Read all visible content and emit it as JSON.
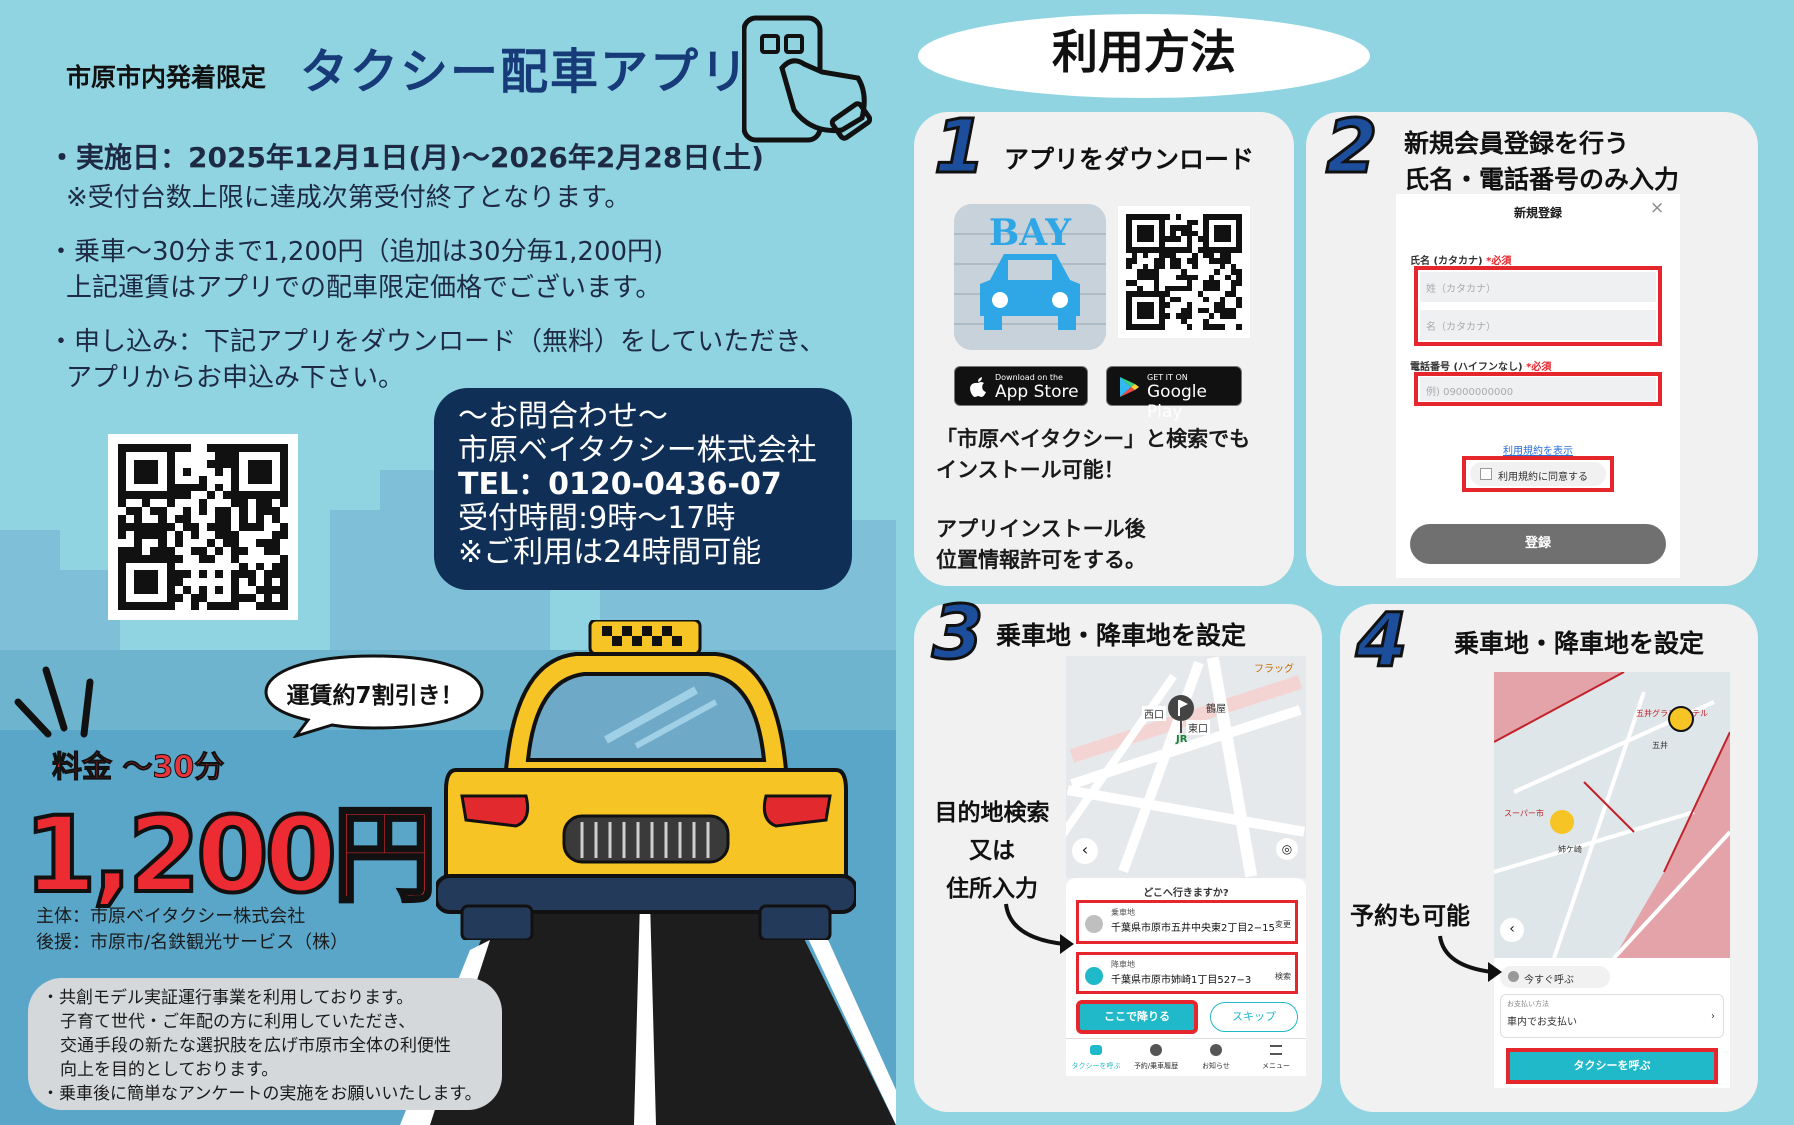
{
  "left": {
    "subtitle_small": "市原市内発着限定",
    "main_title": "タクシー配車アプリ",
    "bullet1_line1": "・実施日：2025年12月1日(月)〜2026年2月28日(土)",
    "bullet1_line2": "※受付台数上限に達成次第受付終了となります。",
    "bullet2_line1": "・乗車〜30分まで1,200円（追加は30分毎1,200円)",
    "bullet2_line2": "上記運賃はアプリでの配車限定価格でございます。",
    "bullet3_line1": "・申し込み：下記アプリをダウンロード（無料）をしていただき、",
    "bullet3_line2": "アプリからお申込み下さい。",
    "contact": {
      "heading": "〜お問合わせ〜",
      "company": "市原ベイタクシー株式会社",
      "tel": "TEL：0120-0436-07",
      "hours": "受付時間:9時〜17時",
      "note": "※ご利用は24時間可能"
    },
    "speech": "運賃約7割引き！",
    "fare_label": "料金 〜30分",
    "fare_price": "1,200円",
    "organizer": "主体：市原ベイタクシー株式会社",
    "sponsor": "後援：市原市/名鉄観光サービス（株）",
    "notes": [
      "・共創モデル実証運行事業を利用しております。",
      "子育て世代・ご年配の方に利用していただき、",
      "交通手段の新たな選択肢を広げ市原市全体の利便性",
      "向上を目的としております。",
      "・乗車後に簡単なアンケートの実施をお願いいたします。"
    ]
  },
  "right": {
    "howto_title": "利用方法",
    "step1": {
      "num": "1",
      "title": "アプリをダウンロード",
      "logo_text": "BAY",
      "appstore_sub": "Download on the",
      "appstore_main": "App Store",
      "googleplay_sub": "GET IT ON",
      "googleplay_main": "Google Play",
      "desc1": "「市原ベイタクシー」と検索でも",
      "desc2": "インストール可能！",
      "desc3": "アプリインストール後",
      "desc4": "位置情報許可をする。"
    },
    "step2": {
      "num": "2",
      "title1": "新規会員登録を行う",
      "title2": "氏名・電話番号のみ入力",
      "form_title": "新規登録",
      "close": "×",
      "name_label": "氏名 (カタカナ)",
      "required": "*必須",
      "sei_placeholder": "姓（カタカナ）",
      "mei_placeholder": "名（カタカナ）",
      "phone_label": "電話番号 (ハイフンなし)",
      "phone_placeholder": "例) 09000000000",
      "terms_link": "利用規約を表示",
      "agree": "利用規約に同意する",
      "register": "登録"
    },
    "step3": {
      "num": "3",
      "title": "乗車地・降車地を設定",
      "side1": "目的地検索",
      "side2": "又は",
      "side3": "住所入力",
      "question": "どこへ行きますか?",
      "pickup_label": "乗車地",
      "pickup_addr": "千葉県市原市五井中央東2丁目2−15",
      "change": "変更",
      "dropoff_label": "降車地",
      "dropoff_addr": "千葉県市原市姉崎1丁目527−3",
      "search": "検索",
      "ride_here": "ここで降りる",
      "skip": "スキップ",
      "nav": [
        "タクシーを呼ぶ",
        "予約/乗車履歴",
        "お知らせ",
        "メニュー"
      ],
      "map_labels": [
        "西口",
        "JR",
        "東口",
        "フラッグ",
        "鶴屋"
      ]
    },
    "step4": {
      "num": "4",
      "title": "乗車地・降車地を設定",
      "side": "予約も可能",
      "now": "今すぐ呼ぶ",
      "pay_label": "お支払い方法",
      "pay": "車内でお支払い",
      "call": "タクシーを呼ぶ",
      "map_labels": [
        "五井グランドホテル",
        "五井",
        "スーパー市",
        "姉ケ崎"
      ]
    }
  },
  "colors": {
    "bg": "#8fd4e0",
    "navy": "#0f2f57",
    "title_blue": "#173a78",
    "red": "#e5262c",
    "taxi_yellow": "#f7c425"
  }
}
